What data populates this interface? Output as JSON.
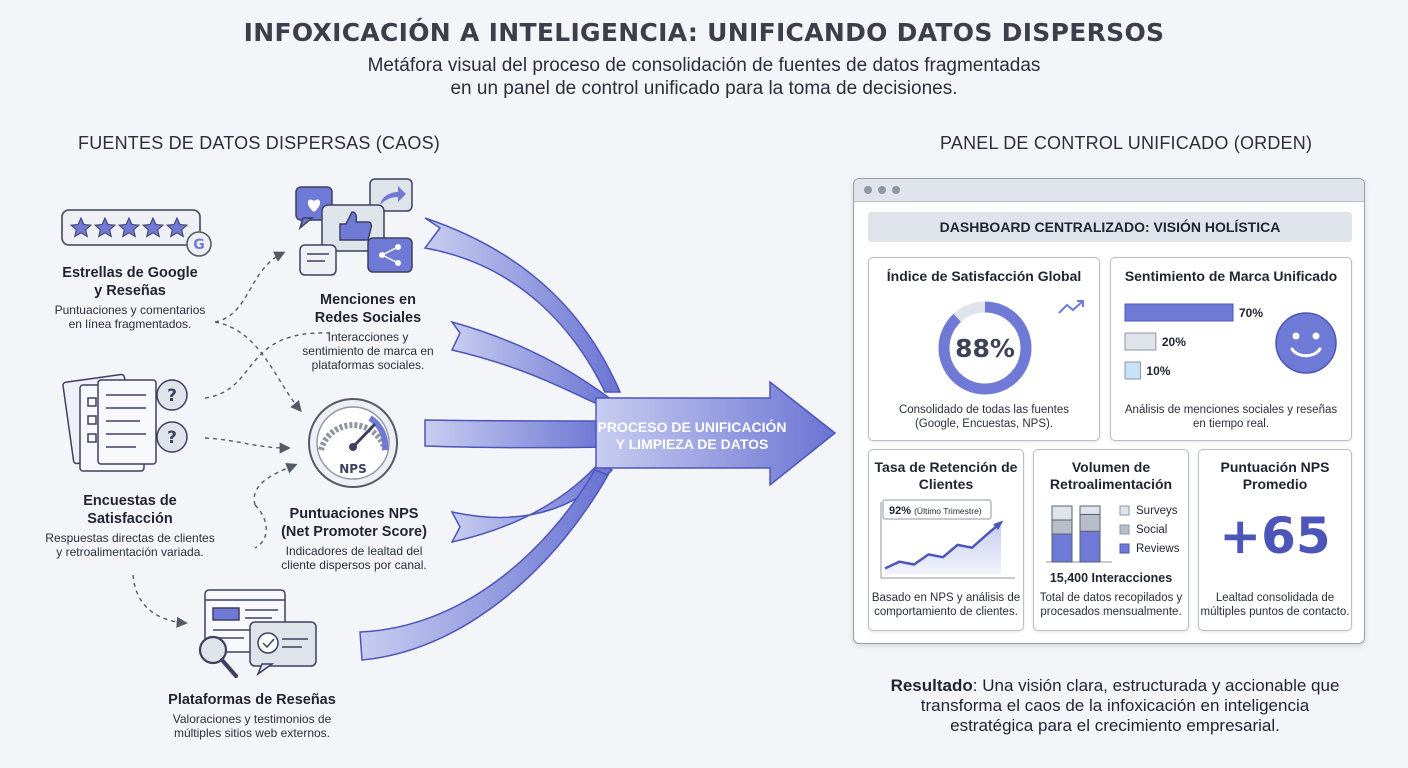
{
  "header": {
    "title": "INFOXICACIÓN A INTELIGENCIA: UNIFICANDO DATOS DISPERSOS",
    "subtitle_line1": "Metáfora visual del proceso de consolidación de fuentes de datos fragmentadas",
    "subtitle_line2": "en un panel de control unificado para la toma de decisiones."
  },
  "left": {
    "heading": "FUENTES DE DATOS DISPERSAS (CAOS)",
    "sources": [
      {
        "title_l1": "Estrellas de Google",
        "title_l2": "y Reseñas",
        "desc_l1": "Puntuaciones y comentarios",
        "desc_l2": "en línea fragmentados.",
        "icon": "google-stars-icon"
      },
      {
        "title_l1": "Menciones en",
        "title_l2": "Redes Sociales",
        "desc_l1": "Interacciones y",
        "desc_l2": "sentimiento de marca en",
        "desc_l3": "plataformas sociales.",
        "icon": "social-media-icon"
      },
      {
        "title_l1": "Encuestas de",
        "title_l2": "Satisfacción",
        "desc_l1": "Respuestas directas de clientes",
        "desc_l2": "y retroalimentación variada.",
        "icon": "survey-icon"
      },
      {
        "title_l1": "Puntuaciones NPS",
        "title_l2": "(Net Promoter Score)",
        "desc_l1": "Indicadores de lealtad del",
        "desc_l2": "cliente dispersos por canal.",
        "icon": "nps-gauge-icon",
        "icon_label": "NPS"
      },
      {
        "title_l1": "Plataformas de Reseñas",
        "desc_l1": "Valoraciones y testimonios de",
        "desc_l2": "múltiples sitios web externos.",
        "icon": "review-platform-icon"
      }
    ]
  },
  "process": {
    "label_l1": "PROCESO DE UNIFICACIÓN",
    "label_l2": "Y LIMPIEZA DE DATOS"
  },
  "right": {
    "heading": "PANEL DE CONTROL UNIFICADO (ORDEN)",
    "dashboard_title": "DASHBOARD CENTRALIZADO: VISIÓN HOLÍSTICA",
    "satisfaction": {
      "title": "Índice de Satisfacción Global",
      "value": 88,
      "value_label": "88%",
      "desc_l1": "Consolidado de todas las fuentes",
      "desc_l2": "(Google, Encuestas, NPS)."
    },
    "sentiment": {
      "title": "Sentimiento de Marca Unificado",
      "bars": [
        {
          "value": 70,
          "label": "70%",
          "color": "#6f7ad6"
        },
        {
          "value": 20,
          "label": "20%",
          "color": "#dfe3ea"
        },
        {
          "value": 10,
          "label": "10%",
          "color": "#c9e2f6"
        }
      ],
      "desc_l1": "Análisis de menciones sociales y reseñas",
      "desc_l2": "en tiempo real."
    },
    "retention": {
      "title_l1": "Tasa de Retención de",
      "title_l2": "Clientes",
      "callout_value": "92%",
      "callout_note": "(Último Trimestre)",
      "trend": [
        10,
        22,
        17,
        35,
        30,
        52,
        47,
        70,
        92
      ],
      "desc_l1": "Basado en NPS y análisis de",
      "desc_l2": "comportamiento de clientes."
    },
    "volume": {
      "title_l1": "Volumen de",
      "title_l2": "Retroalimentación",
      "legend": [
        "Surveys",
        "Social",
        "Reviews"
      ],
      "stacks": [
        {
          "Surveys": 25,
          "Social": 25,
          "Reviews": 50
        },
        {
          "Surveys": 15,
          "Social": 30,
          "Reviews": 55
        }
      ],
      "total_label": "15,400 Interacciones",
      "desc_l1": "Total de datos recopilados y",
      "desc_l2": "procesados mensualmente."
    },
    "nps": {
      "title_l1": "Puntuación NPS",
      "title_l2": "Promedio",
      "value": "+65",
      "desc_l1": "Lealtad consolidada de",
      "desc_l2": "múltiples puntos de contacto."
    },
    "result": {
      "bold": "Resultado",
      "rest_l1": ": Una visión clara, estructurada y accionable que",
      "l2": "transforma el caos de la infoxicación en inteligencia",
      "l3": "estratégica para el crecimiento empresarial."
    }
  },
  "colors": {
    "accent": "#6f7ad6",
    "accent_dark": "#4c56b8",
    "text": "#2a2f3a",
    "gray": "#8f96a3"
  }
}
